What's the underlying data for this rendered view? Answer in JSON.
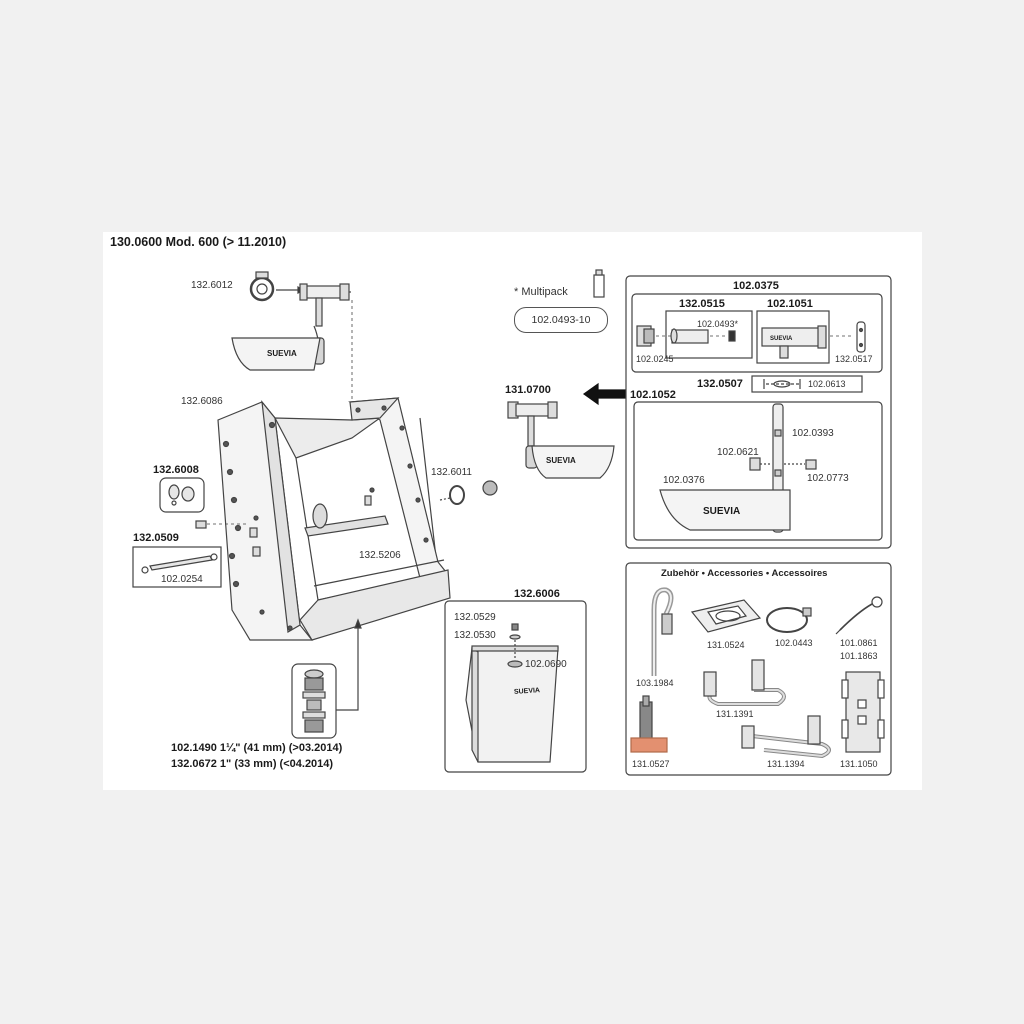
{
  "colors": {
    "background": "#f1f1f1",
    "sheet": "#ffffff",
    "line": "#444444",
    "part_fill": "#e4e4e4",
    "highlight_tag": "#e39070"
  },
  "title": "130.0600 Mod. 600 (> 11.2010)",
  "main_feeder": {
    "labels": {
      "p1": "132.6012",
      "p2": "132.6086",
      "p3": "132.6008",
      "p4": "132.0509",
      "p5": "102.0254",
      "p6": "132.6011",
      "p7": "132.5206"
    },
    "valve_brand": "SUEVIA"
  },
  "valve_footnote": {
    "line1": "102.1490 1¼\" (41 mm) (>03.2014)",
    "line2": "132.0672 1\" (33 mm) (<04.2014)"
  },
  "multipack": {
    "label": "* Multipack",
    "part": "102.0493-10"
  },
  "replacement_valve": {
    "part": "131.0700",
    "brand": "SUEVIA"
  },
  "detail_102_0375": {
    "title": "102.0375",
    "sub1_title": "132.0515",
    "sub1_part": "102.0493*",
    "sub2_title": "102.1051",
    "left_part": "102.0245",
    "right_part": "132.0517",
    "row_title": "132.0507",
    "row_part": "102.0613",
    "group_title": "102.1052",
    "g_p1": "102.0393",
    "g_p2": "102.0621",
    "g_p3": "102.0376",
    "g_p4": "102.0773",
    "brand": "SUEVIA"
  },
  "cover_132_6006": {
    "title": "132.6006",
    "p1": "132.0529",
    "p2": "132.0530",
    "p3": "102.0690",
    "brand": "SUEVIA"
  },
  "accessories": {
    "title": "Zubehör • Accessories • Accessoires",
    "items": [
      "131.0524",
      "102.0443",
      "101.0861",
      "101.1863",
      "103.1984",
      "131.1391",
      "131.0527",
      "131.1394",
      "131.1050"
    ]
  }
}
